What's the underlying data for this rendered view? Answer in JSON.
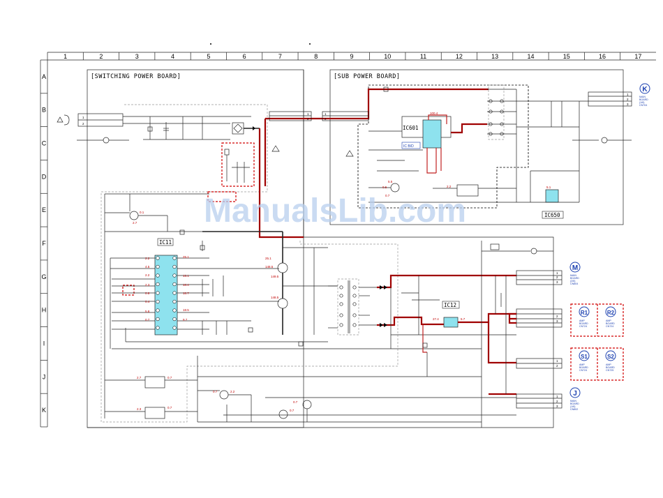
{
  "grid": {
    "columns": [
      "1",
      "2",
      "3",
      "4",
      "5",
      "6",
      "7",
      "8",
      "9",
      "10",
      "11",
      "12",
      "13",
      "14",
      "15",
      "16",
      "17"
    ],
    "rows": [
      "A",
      "B",
      "C",
      "D",
      "E",
      "F",
      "G",
      "H",
      "I",
      "J",
      "K"
    ]
  },
  "boards": {
    "switching": "[SWITCHING POWER BOARD]",
    "sub": "[SUB POWER BOARD]"
  },
  "ics": {
    "ic11": "IC11",
    "ic601": "IC601",
    "ic_sub": "IC B/D",
    "ic12": "IC12",
    "ic650": "IC650"
  },
  "connectors": {
    "k": {
      "letter": "K",
      "sub": [
        "MAIN",
        "BOARD",
        "(1/6)",
        "CN704"
      ]
    },
    "m": {
      "letter": "M",
      "sub": [
        "MAIN",
        "BOARD",
        "(2/6)",
        "CN804"
      ]
    },
    "r1": {
      "letter": "R1",
      "sub": [
        "AMP",
        "BOARD",
        "CN724"
      ]
    },
    "r2": {
      "letter": "R2",
      "sub": [
        "AMP",
        "BOARD",
        "CN724"
      ]
    },
    "s1": {
      "letter": "S1",
      "sub": [
        "AMP",
        "BOARD",
        "CN724"
      ]
    },
    "s2": {
      "letter": "S2",
      "sub": [
        "AMP",
        "BOARD",
        "CN725"
      ]
    },
    "j": {
      "letter": "J",
      "sub": [
        "MAIN",
        "BOARD",
        "(1/6)",
        "CN802"
      ]
    }
  },
  "pins": [
    "1",
    "2",
    "3"
  ],
  "voltages": {
    "v1": "0.1",
    "v2": "2.7",
    "v3": "2.2",
    "v4": "4.5",
    "v5": "2.2",
    "v6": "9.7",
    "v7": "15.1",
    "v8": "18.4",
    "v9": "2.3",
    "v10": "5.8",
    "v11": "0.8",
    "v12": "0.4",
    "v13": "25.1",
    "v14": "148.5",
    "v15": "149.5",
    "v16": "18.7",
    "v17": "18.5",
    "v18": "27.4",
    "v19": "5.7",
    "v20": "0.7",
    "v21": "100.4",
    "v22": "5.5",
    "v23": "0.5",
    "v24": "0.7",
    "v25": "2.2",
    "v26": "5.1"
  },
  "watermark": "ManualsLib.com"
}
